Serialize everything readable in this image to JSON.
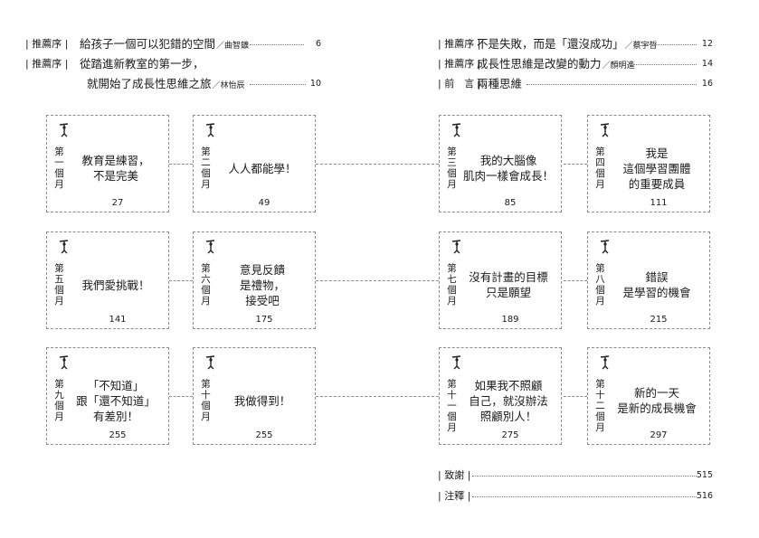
{
  "toc_left": [
    {
      "tag": "推薦序",
      "title": "給孩子一個可以犯錯的空間",
      "author": "／曲智鑛",
      "page": "6"
    },
    {
      "tag": "推薦序",
      "title": "從踏進新教室的第一步，",
      "continuation": "就開始了成長性思維之旅",
      "author": "／林怡辰",
      "page": "10"
    }
  ],
  "toc_right": [
    {
      "tag": "推薦序",
      "title": "不是失敗，而是「還沒成功」",
      "author": "／蔡宇哲",
      "page": "12"
    },
    {
      "tag": "推薦序",
      "title": "成長性思維是改變的動力",
      "author": "／顏明進",
      "page": "14"
    },
    {
      "tag": "前　言",
      "title": "兩種思維",
      "author": "",
      "page": "16"
    }
  ],
  "months": [
    {
      "month": "第一個月",
      "title": "教育是練習，\n不是完美",
      "page": "27"
    },
    {
      "month": "第二個月",
      "title": "人人都能學！",
      "page": "49"
    },
    {
      "month": "第三個月",
      "title": "我的大腦像\n肌肉一樣會成長！",
      "page": "85"
    },
    {
      "month": "第四個月",
      "title": "我是\n這個學習團體\n的重要成員",
      "page": "111"
    },
    {
      "month": "第五個月",
      "title": "我們愛挑戰！",
      "page": "141"
    },
    {
      "month": "第六個月",
      "title": "意見反饋\n是禮物，\n接受吧",
      "page": "175"
    },
    {
      "month": "第七個月",
      "title": "沒有計畫的目標\n只是願望",
      "page": "189"
    },
    {
      "month": "第八個月",
      "title": "錯誤\n是學習的機會",
      "page": "215"
    },
    {
      "month": "第九個月",
      "title": "「不知道」\n跟「還不知道」\n有差別！",
      "page": "255"
    },
    {
      "month": "第十個月",
      "title": "我做得到！",
      "page": "255"
    },
    {
      "month": "第十一個月",
      "title": "如果我不照顧\n自己，就沒辦法\n照顧別人！",
      "page": "275"
    },
    {
      "month": "第十二個月",
      "title": "新的一天\n是新的成長機會",
      "page": "297"
    }
  ],
  "toc_end": [
    {
      "tag": "致謝",
      "page": "515"
    },
    {
      "tag": "注釋",
      "page": "516"
    }
  ]
}
